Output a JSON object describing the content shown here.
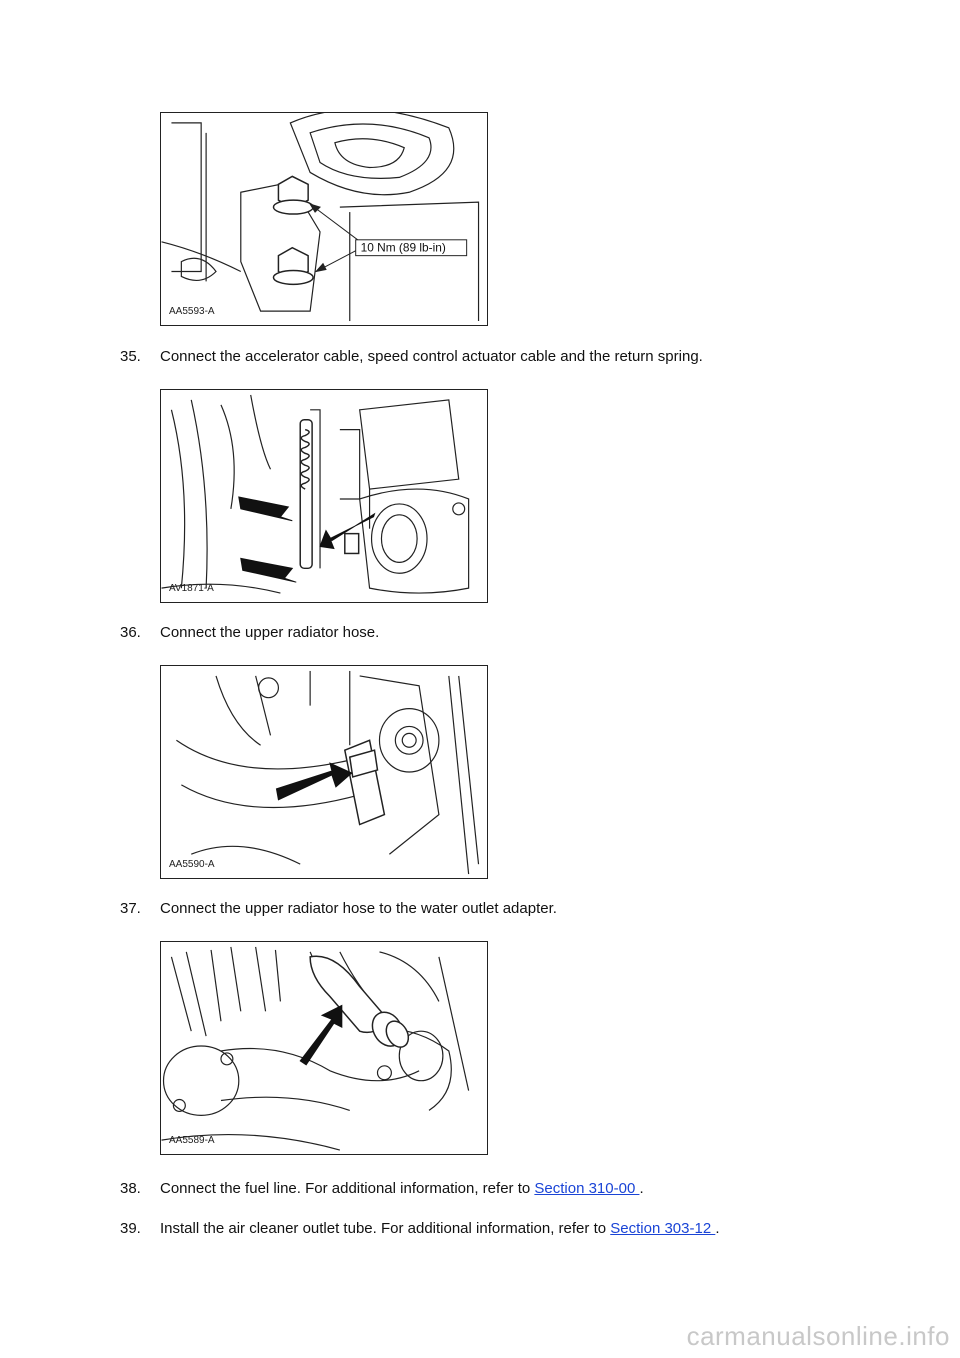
{
  "figures": [
    {
      "label": "AA5593-A",
      "callout": "10 Nm (89 lb-in)"
    },
    {
      "label": "AV1871-A"
    },
    {
      "label": "AA5590-A"
    },
    {
      "label": "AA5589-A"
    }
  ],
  "steps": [
    {
      "number": "35.",
      "text": "Connect the accelerator cable, speed control actuator cable and the return spring."
    },
    {
      "number": "36.",
      "text": "Connect the upper radiator hose."
    },
    {
      "number": "37.",
      "text": "Connect the upper radiator hose to the water outlet adapter."
    },
    {
      "number": "38.",
      "text": "Connect the fuel line. For additional information, refer to ",
      "link": "Section 310-00 ",
      "after": "."
    },
    {
      "number": "39.",
      "text": "Install the air cleaner outlet tube. For additional information, refer to ",
      "link": "Section 303-12 ",
      "after": "."
    }
  ],
  "watermark": "carmanualsonline.info"
}
